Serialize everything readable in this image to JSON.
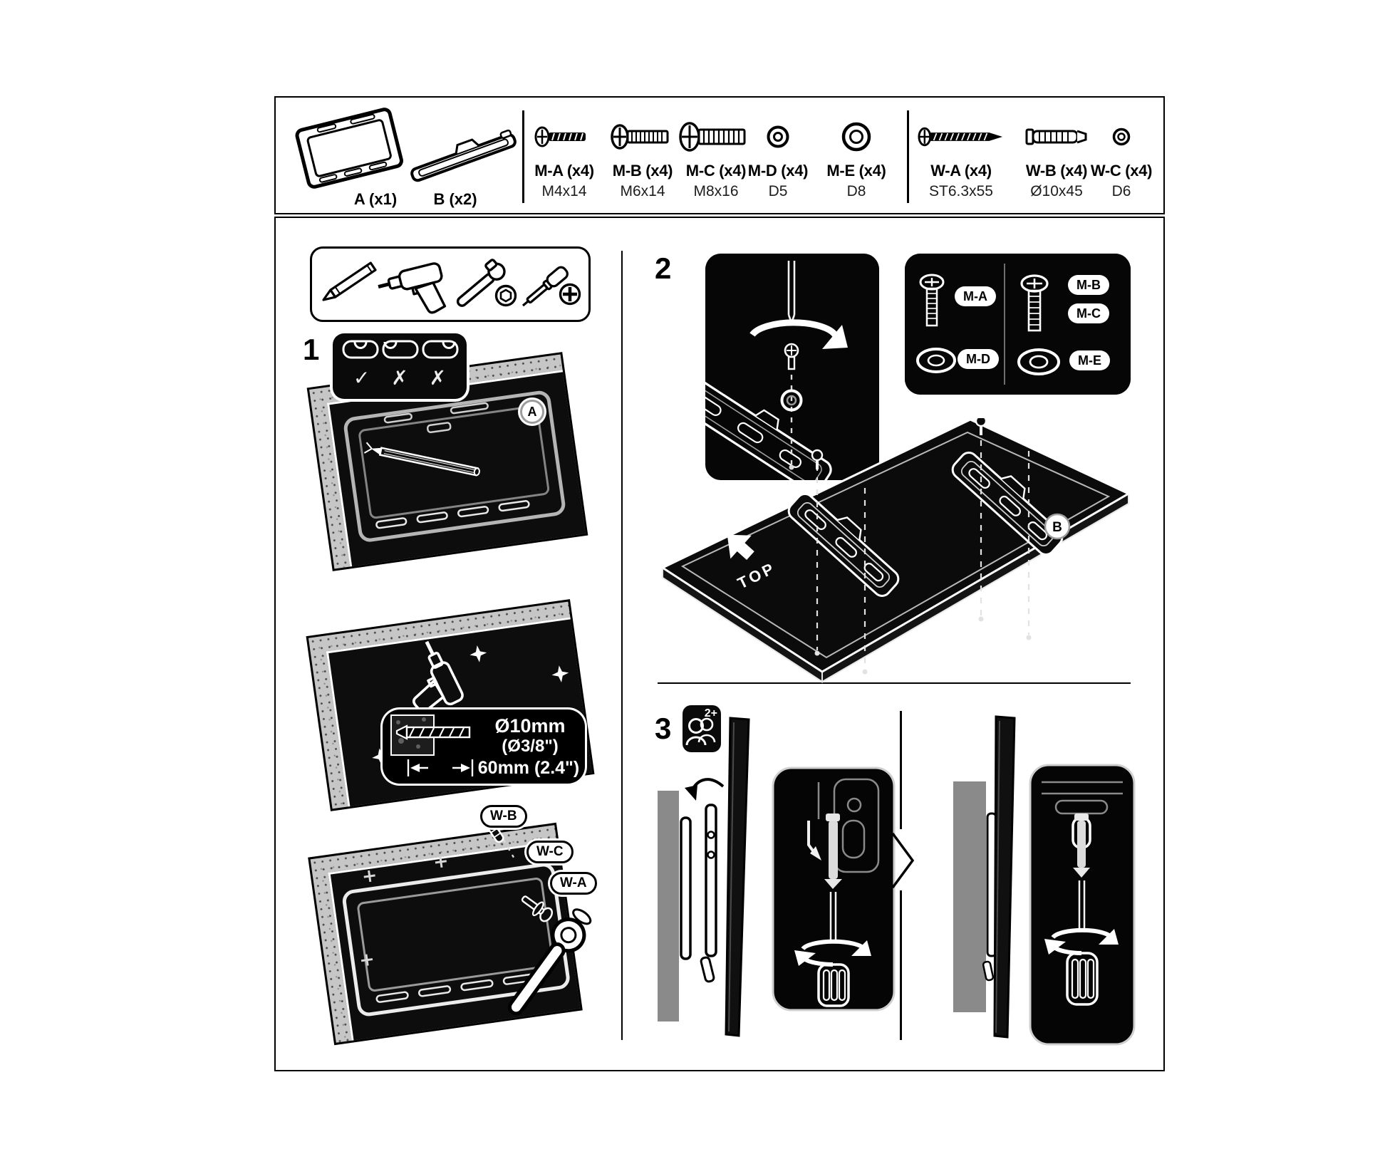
{
  "parts_box": {
    "plate": {
      "label": "A (x1)"
    },
    "rail": {
      "label": "B (x2)"
    },
    "hardware": [
      {
        "name": "M-A (x4)",
        "spec": "M4x14"
      },
      {
        "name": "M-B (x4)",
        "spec": "M6x14"
      },
      {
        "name": "M-C (x4)",
        "spec": "M8x16"
      },
      {
        "name": "M-D (x4)",
        "spec": "D5"
      },
      {
        "name": "M-E (x4)",
        "spec": "D8"
      }
    ],
    "wall_hardware": [
      {
        "name": "W-A (x4)",
        "spec": "ST6.3x55"
      },
      {
        "name": "W-B (x4)",
        "spec": "Ø10x45"
      },
      {
        "name": "W-C (x4)",
        "spec": "D6"
      }
    ]
  },
  "step1": {
    "number": "1",
    "checks": [
      "✓",
      "✗",
      "✗"
    ],
    "plate_badge": "A",
    "callout": {
      "diameter": "Ø10mm",
      "diameter_alt": "(Ø3/8\")",
      "depth": "60mm (2.4\")"
    },
    "anchors": {
      "wb": "W-B",
      "wc": "W-C",
      "wa": "W-A"
    }
  },
  "step2": {
    "number": "2",
    "pills": {
      "ma": "M-A",
      "mb": "M-B",
      "mc": "M-C",
      "md": "M-D",
      "me": "M-E"
    },
    "tv": {
      "top": "TOP",
      "rail_badge": "B"
    }
  },
  "step3": {
    "number": "3",
    "people": "2+"
  },
  "colors": {
    "ink": "#000000",
    "panel": "#060606",
    "wall_face": "#0d0d0d",
    "wall_edge_gray": "#c6c6c6",
    "side_wall_gray": "#8a8a8a",
    "paper": "#ffffff"
  }
}
